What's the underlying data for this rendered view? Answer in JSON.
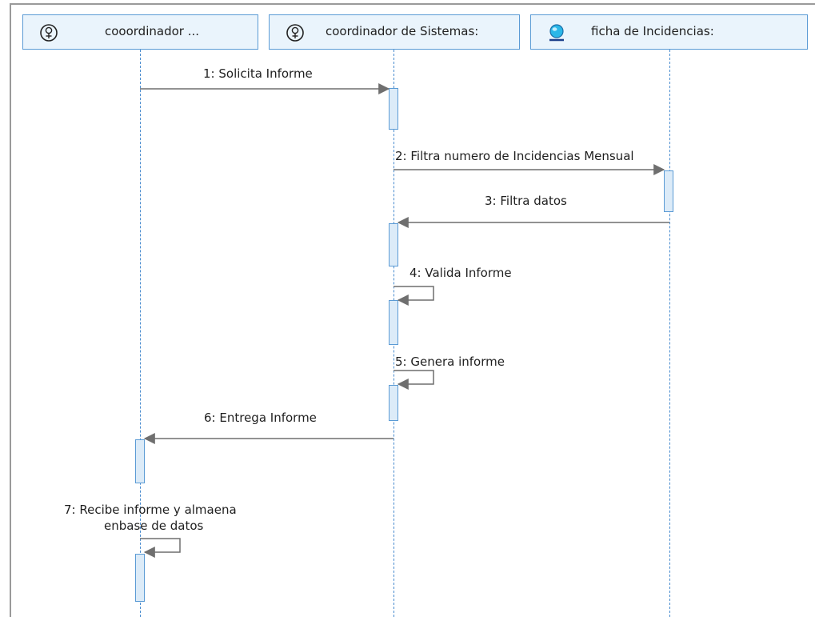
{
  "lifelines": [
    {
      "label": "cooordinador ...",
      "icon": "actor-icon"
    },
    {
      "label": "coordinador de Sistemas:",
      "icon": "actor-icon"
    },
    {
      "label": "ficha de Incidencias:",
      "icon": "entity-icon"
    }
  ],
  "messages": [
    {
      "number": 1,
      "text": "1: Solicita Informe",
      "from": 0,
      "to": 1
    },
    {
      "number": 2,
      "text": "2: Filtra numero de Incidencias Mensual",
      "from": 1,
      "to": 2
    },
    {
      "number": 3,
      "text": "3: Filtra datos",
      "from": 2,
      "to": 1
    },
    {
      "number": 4,
      "text": "4: Valida Informe",
      "from": 1,
      "to": 1
    },
    {
      "number": 5,
      "text": "5: Genera informe",
      "from": 1,
      "to": 1
    },
    {
      "number": 6,
      "text": "6: Entrega Informe",
      "from": 1,
      "to": 0
    },
    {
      "number": 7,
      "text_line1": "7: Recibe informe y almaena",
      "text_line2": "enbase de datos",
      "from": 0,
      "to": 0
    }
  ],
  "colors": {
    "lifeline": "#4a8ccf",
    "header_fill": "#eaf4fc",
    "arrow": "#6f6f6f"
  }
}
